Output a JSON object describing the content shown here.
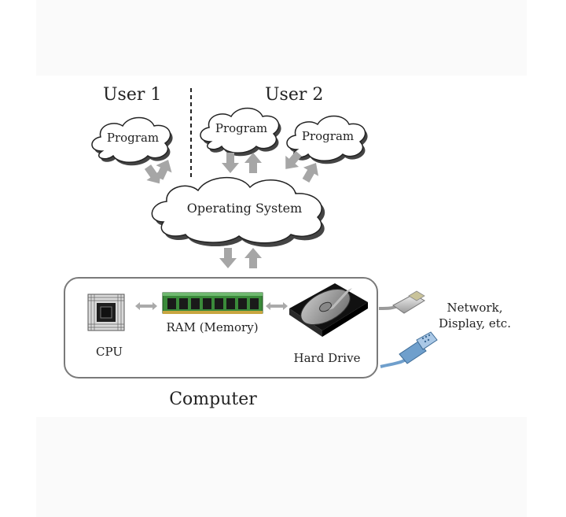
{
  "users": {
    "user1": "User 1",
    "user2": "User 2"
  },
  "programs": [
    "Program",
    "Program",
    "Program"
  ],
  "os_label": "Operating System",
  "computer": {
    "title": "Computer",
    "cpu_label": "CPU",
    "ram_label": "RAM (Memory)",
    "hdd_label": "Hard Drive"
  },
  "peripherals": {
    "label_line1": "Network,",
    "label_line2": "Display, etc."
  },
  "colors": {
    "arrow": "#a6a6a6",
    "box_stroke": "#7a7a7a",
    "cloud_shadow": "#444444",
    "ram_green": "#3a8a3a",
    "cable_blue": "#6f9fcc"
  },
  "icons": {
    "cpu": "cpu-chip-icon",
    "ram": "ram-module-icon",
    "hdd": "hard-drive-icon",
    "network": "network-plug-icon",
    "display": "display-connector-icon"
  }
}
